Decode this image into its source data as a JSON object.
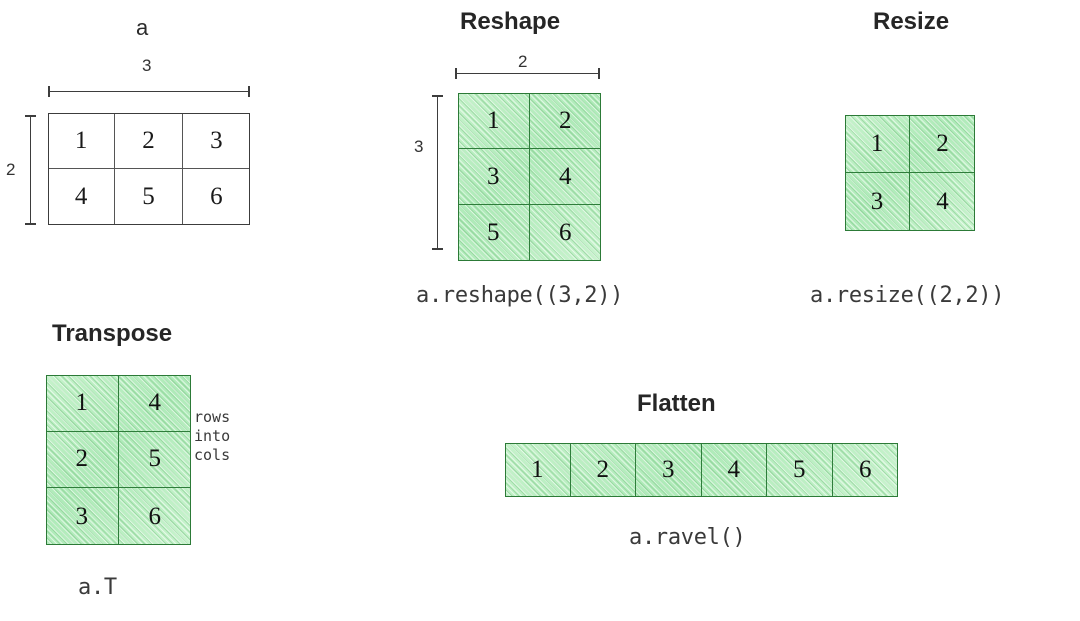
{
  "page": {
    "background": "#ffffff",
    "accent_green": "#b9eec0",
    "grid_stroke_green": "#2f7d3b",
    "grid_stroke_plain": "#3c3c3c",
    "text_color": "#262626"
  },
  "sections": {
    "original": {
      "title": "a",
      "width_label": "3",
      "height_label": "2",
      "rows": [
        [
          "1",
          "2",
          "3"
        ],
        [
          "4",
          "5",
          "6"
        ]
      ]
    },
    "reshape": {
      "title": "Reshape",
      "caption": "a.reshape((3,2))",
      "width_label": "2",
      "height_label": "3",
      "rows": [
        [
          "1",
          "2"
        ],
        [
          "3",
          "4"
        ],
        [
          "5",
          "6"
        ]
      ]
    },
    "resize": {
      "title": "Resize",
      "caption": "a.resize((2,2))",
      "rows": [
        [
          "1",
          "2"
        ],
        [
          "3",
          "4"
        ]
      ]
    },
    "transpose": {
      "title": "Transpose",
      "caption": "a.T",
      "note_lines": [
        "rows",
        "into",
        "cols"
      ],
      "rows": [
        [
          "1",
          "4"
        ],
        [
          "2",
          "5"
        ],
        [
          "3",
          "6"
        ]
      ]
    },
    "flatten": {
      "title": "Flatten",
      "caption": "a.ravel()",
      "rows": [
        [
          "1",
          "2",
          "3",
          "4",
          "5",
          "6"
        ]
      ]
    }
  }
}
